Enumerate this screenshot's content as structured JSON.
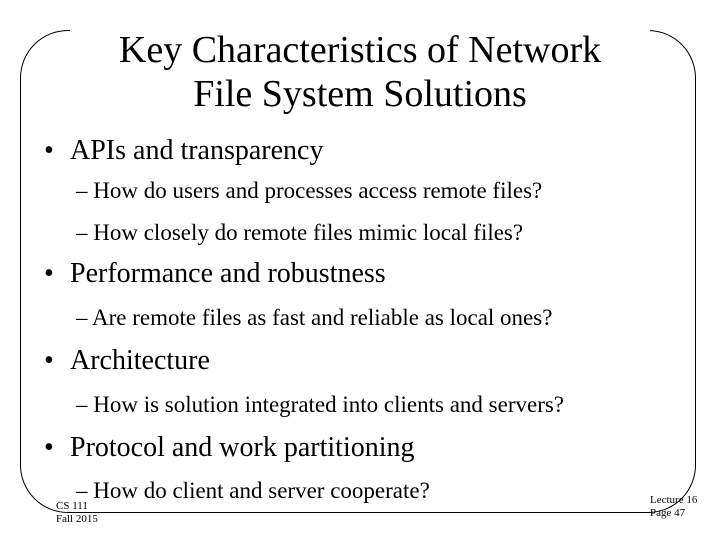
{
  "slide": {
    "title_lines": [
      "Key Characteristics of Network",
      "File System Solutions"
    ],
    "bullets": [
      {
        "text": "APIs and transparency",
        "subs": [
          "How do users and processes access remote files?",
          "How closely do remote files mimic local files?"
        ]
      },
      {
        "text": "Performance and robustness",
        "subs": [
          "Are remote files as fast and reliable as local ones?"
        ]
      },
      {
        "text": "Architecture",
        "subs": [
          "How is solution integrated into clients and servers?"
        ]
      },
      {
        "text": "Protocol and work partitioning",
        "subs": [
          "How do client and server cooperate?"
        ]
      }
    ],
    "bullet_glyph": "•",
    "dash_glyph": "–"
  },
  "footer": {
    "course": "CS 111",
    "term": "Fall 2015",
    "lecture": "Lecture 16",
    "page": "Page 47"
  }
}
